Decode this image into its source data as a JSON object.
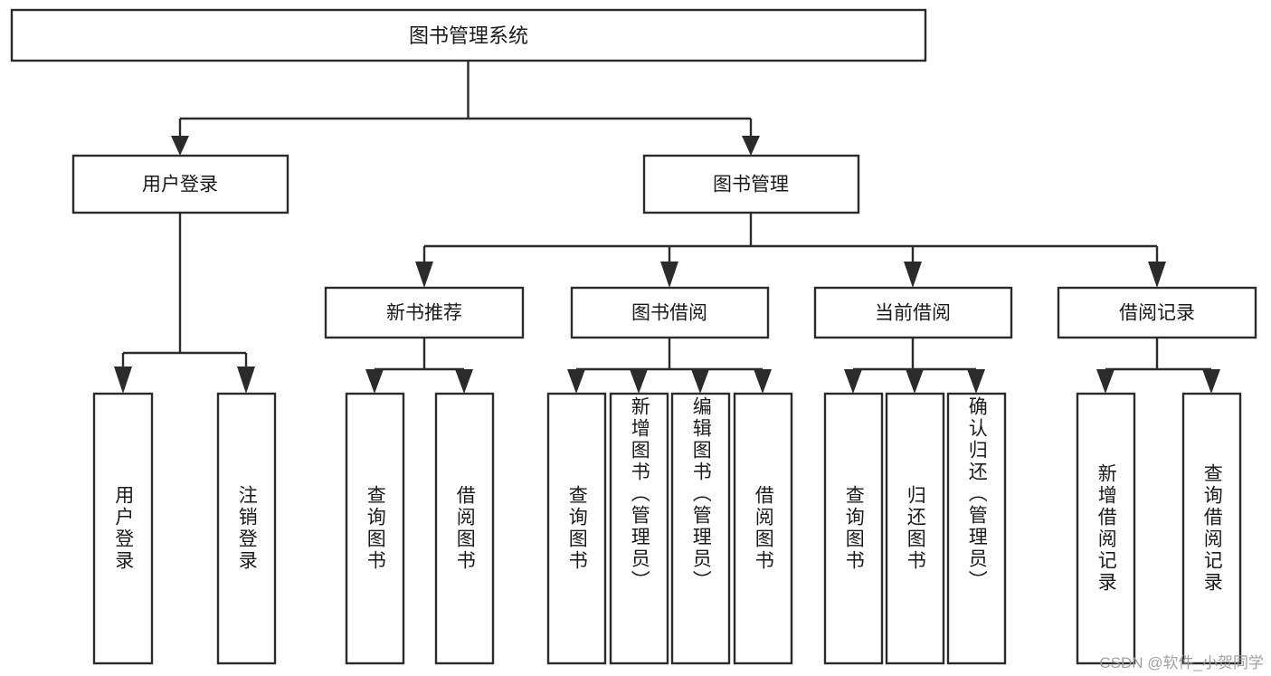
{
  "diagram": {
    "title": "图书管理系统",
    "type": "tree",
    "orientation": "top-down",
    "colors": {
      "box_stroke": "#2b2b2b",
      "box_fill": "#ffffff",
      "text": "#1a1a1a",
      "connector": "#2b2b2b",
      "background": "#ffffff",
      "watermark": "#9a9a9a"
    },
    "watermark": "CSDN @软件_小贺同学",
    "nodes": {
      "root": {
        "label": "图书管理系统",
        "level": 1
      },
      "level2": [
        {
          "id": "user-login",
          "label": "用户登录"
        },
        {
          "id": "book-manage",
          "label": "图书管理"
        }
      ],
      "level3": [
        {
          "id": "new-book-rec",
          "label": "新书推荐",
          "parent": "book-manage"
        },
        {
          "id": "book-borrow",
          "label": "图书借阅",
          "parent": "book-manage"
        },
        {
          "id": "current-borrow",
          "label": "当前借阅",
          "parent": "book-manage"
        },
        {
          "id": "borrow-record",
          "label": "借阅记录",
          "parent": "book-manage"
        }
      ],
      "leaves": [
        {
          "id": "leaf-user-login",
          "label": "用户登录",
          "parent": "user-login"
        },
        {
          "id": "leaf-logout",
          "label": "注销登录",
          "parent": "user-login"
        },
        {
          "id": "leaf-query-book-1",
          "label": "查询图书",
          "parent": "new-book-rec"
        },
        {
          "id": "leaf-borrow-book-1",
          "label": "借阅图书",
          "parent": "new-book-rec"
        },
        {
          "id": "leaf-query-book-2",
          "label": "查询图书",
          "parent": "book-borrow"
        },
        {
          "id": "leaf-add-book",
          "label": "新增图书（管理员）",
          "parent": "book-borrow"
        },
        {
          "id": "leaf-edit-book",
          "label": "编辑图书（管理员）",
          "parent": "book-borrow"
        },
        {
          "id": "leaf-borrow-book-2",
          "label": "借阅图书",
          "parent": "book-borrow"
        },
        {
          "id": "leaf-query-book-3",
          "label": "查询图书",
          "parent": "current-borrow"
        },
        {
          "id": "leaf-return-book",
          "label": "归还图书",
          "parent": "current-borrow"
        },
        {
          "id": "leaf-confirm-return",
          "label": "确认归还（管理员）",
          "parent": "current-borrow"
        },
        {
          "id": "leaf-add-record",
          "label": "新增借阅记录",
          "parent": "borrow-record"
        },
        {
          "id": "leaf-query-record",
          "label": "查询借阅记录",
          "parent": "borrow-record"
        }
      ]
    }
  }
}
